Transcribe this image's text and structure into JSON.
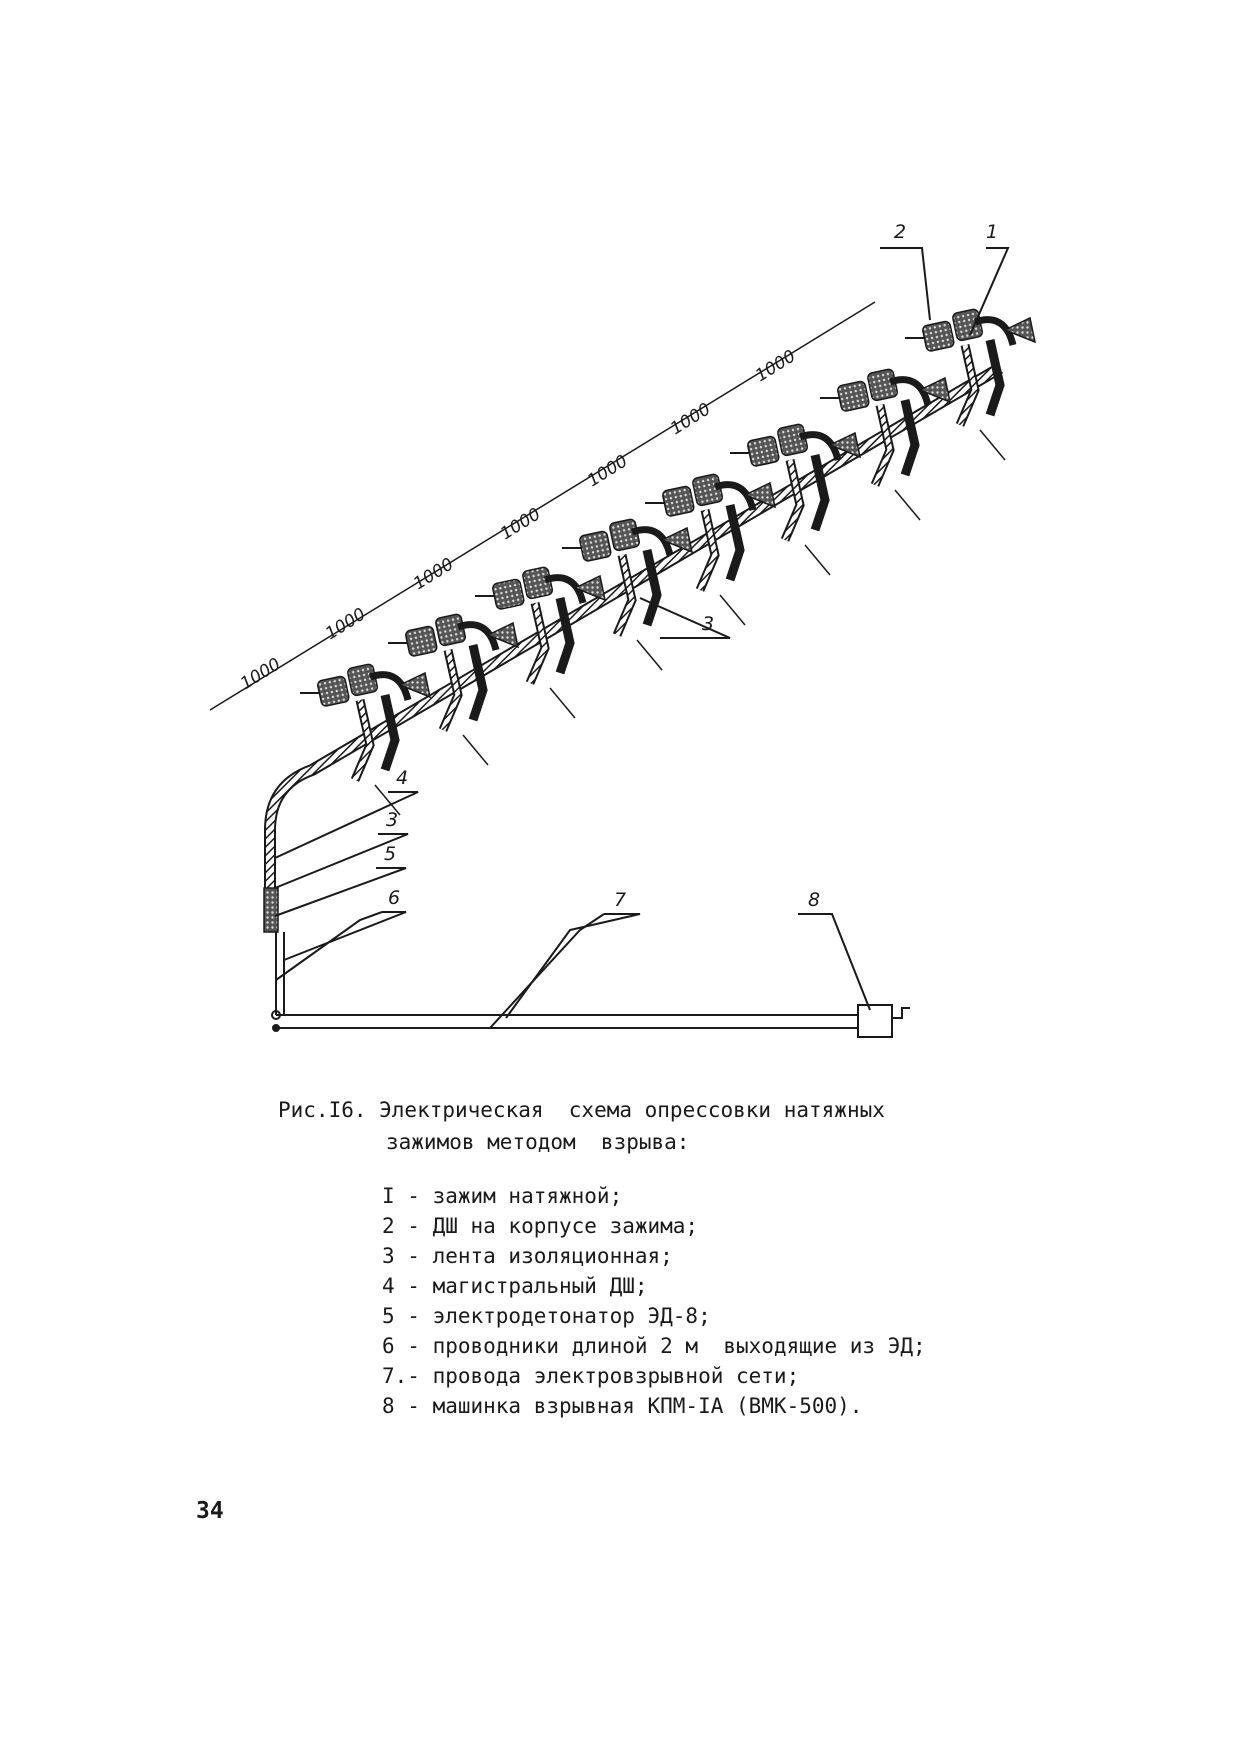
{
  "figure": {
    "callouts": [
      "1",
      "2",
      "3",
      "4",
      "3",
      "5",
      "6",
      "7",
      "8"
    ],
    "dimensions": [
      "1000",
      "1000",
      "1000",
      "1000",
      "1000",
      "1000",
      "1000"
    ]
  },
  "caption": {
    "title_line1": "Рис.I6. Электрическая  схема опрессовки натяжных",
    "title_line2": "зажимов методом  взрыва:",
    "legend": [
      "I - зажим натяжной;",
      "2 - ДШ на корпусе зажима;",
      "3 - лента изоляционная;",
      "4 - магистральный ДШ;",
      "5 - электродетонатор ЭД-8;",
      "6 - проводники длиной 2 м  выходящие из ЭД;",
      "7.- провода электровзрывной сети;",
      "8 - машинка взрывная КПМ-IA (ВМК-500)."
    ]
  },
  "page_number": "34"
}
